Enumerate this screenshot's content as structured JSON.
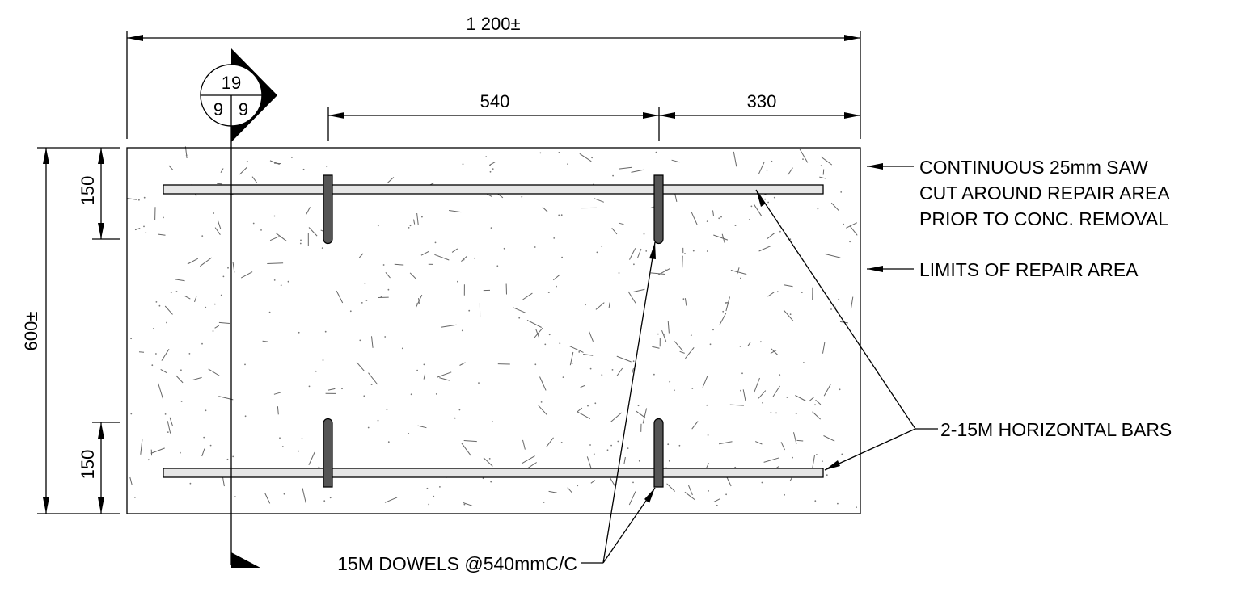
{
  "dimensions": {
    "overall_width": "1 200±",
    "spacing_dowels": "540",
    "edge_right": "330",
    "overall_height": "600±",
    "top_offset": "150",
    "bottom_offset": "150"
  },
  "section_marker": {
    "detail": "19",
    "sheet_left": "9",
    "sheet_right": "9"
  },
  "notes": {
    "saw_cut": [
      "CONTINUOUS 25mm SAW",
      "CUT AROUND REPAIR AREA",
      "PRIOR TO CONC. REMOVAL"
    ],
    "limits": "LIMITS OF REPAIR AREA",
    "horizontal_bars": "2-15M HORIZONTAL BARS",
    "dowels": "15M DOWELS @540mmC/C"
  },
  "colors": {
    "line": "#000000",
    "horizontal_bar_fill": "#e6e6e6",
    "dowel_fill": "#555555",
    "marker_fill": "#000000"
  }
}
